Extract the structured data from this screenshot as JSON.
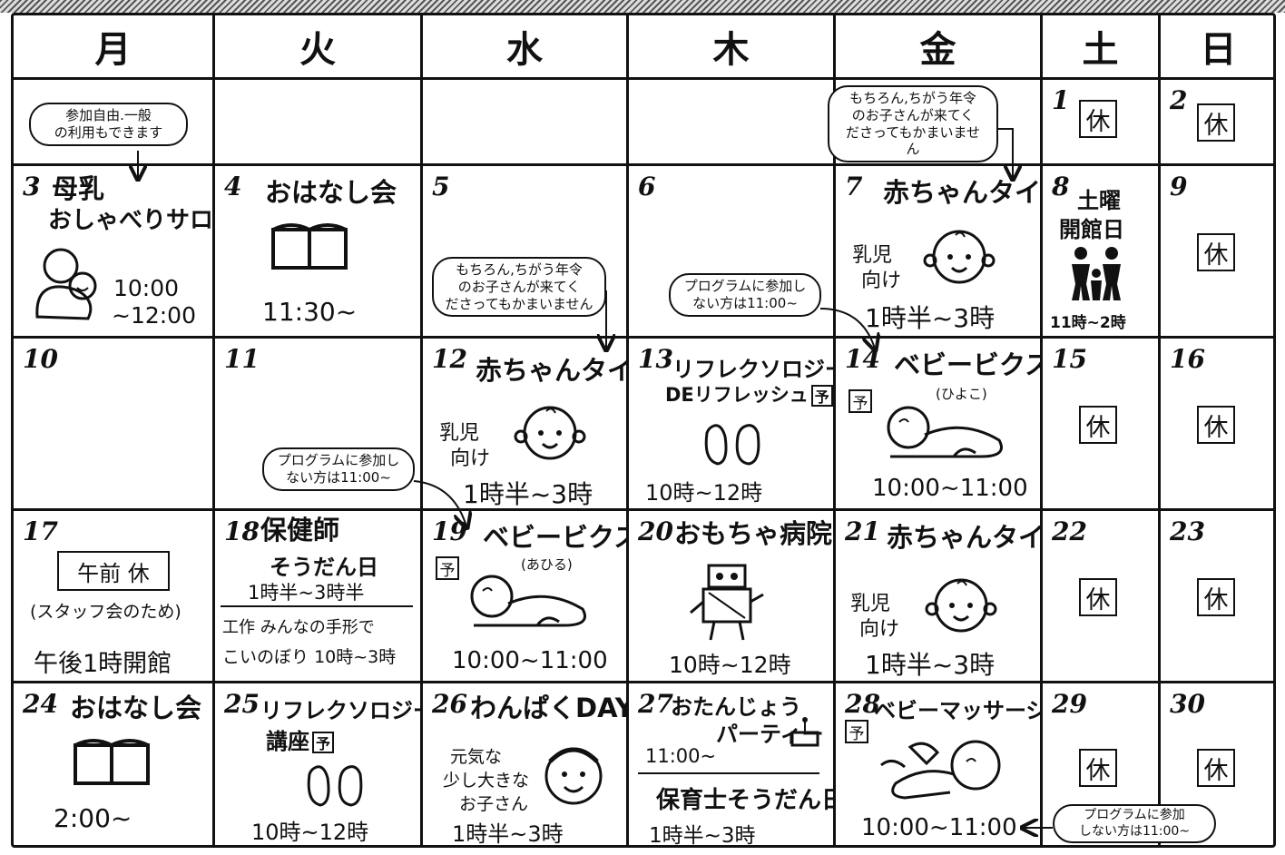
{
  "days": [
    "月",
    "火",
    "水",
    "木",
    "金",
    "土",
    "日"
  ],
  "closed": "休",
  "reservation": "予",
  "week1": {
    "d1": "1",
    "d2": "2",
    "callout_mon": [
      "参加自由.一般",
      "の利用もできます"
    ],
    "callout_fri": [
      "もちろん,ちがう年令",
      "のお子さんが来てく",
      "ださってもかまいません"
    ]
  },
  "week2": {
    "mon": {
      "num": "3",
      "title1": "母乳",
      "title2": "おしゃべりサロン",
      "time1": "10:00",
      "time2": "~12:00"
    },
    "tue": {
      "num": "4",
      "title": "おはなし会",
      "time": "11:30~"
    },
    "wed": {
      "num": "5",
      "callout": [
        "もちろん,ちがう年令",
        "のお子さんが来てく",
        "ださってもかまいません"
      ]
    },
    "thu": {
      "num": "6",
      "callout": [
        "プログラムに参加し",
        "ない方は11:00~"
      ]
    },
    "fri": {
      "num": "7",
      "title": "赤ちゃんタイム",
      "label1": "乳児",
      "label2": "向け",
      "time": "1時半~3時"
    },
    "sat": {
      "num": "8",
      "title1": "土曜",
      "title2": "開館日",
      "time": "11時~2時"
    },
    "sun": {
      "num": "9"
    }
  },
  "week3": {
    "mon": {
      "num": "10"
    },
    "tue": {
      "num": "11",
      "callout": [
        "プログラムに参加し",
        "ない方は11:00~"
      ]
    },
    "wed": {
      "num": "12",
      "title": "赤ちゃんタイム",
      "label1": "乳児",
      "label2": "向け",
      "time": "1時半~3時"
    },
    "thu": {
      "num": "13",
      "title1": "リフレクソロジー",
      "title2": "DEリフレッシュ",
      "time": "10時~12時"
    },
    "fri": {
      "num": "14",
      "title": "ベビービクス",
      "sub": "(ひよこ)",
      "time": "10:00~11:00"
    },
    "sat": {
      "num": "15"
    },
    "sun": {
      "num": "16"
    }
  },
  "week4": {
    "mon": {
      "num": "17",
      "box": "午前 休",
      "note": "(スタッフ会のため)",
      "open": "午後1時開館"
    },
    "tue": {
      "num": "18",
      "title1": "保健師",
      "title2": "そうだん日",
      "time": "1時半~3時半",
      "craft1": "工作 みんなの手形で",
      "craft2": "こいのぼり",
      "craft_time": "10時~3時"
    },
    "wed": {
      "num": "19",
      "title": "ベビービクス",
      "sub": "(あひる)",
      "time": "10:00~11:00"
    },
    "thu": {
      "num": "20",
      "title": "おもちゃ病院",
      "time": "10時~12時"
    },
    "fri": {
      "num": "21",
      "title": "赤ちゃんタイム",
      "label1": "乳児",
      "label2": "向け",
      "time": "1時半~3時"
    },
    "sat": {
      "num": "22"
    },
    "sun": {
      "num": "23"
    }
  },
  "week5": {
    "mon": {
      "num": "24",
      "title": "おはなし会",
      "time": "2:00~"
    },
    "tue": {
      "num": "25",
      "title1": "リフレクソロジー",
      "title2": "講座",
      "time": "10時~12時"
    },
    "wed": {
      "num": "26",
      "title": "わんぱくDAY",
      "label1": "元気な",
      "label2": "少し大きな",
      "label3": "お子さん",
      "time": "1時半~3時"
    },
    "thu": {
      "num": "27",
      "title1": "おたんじょう",
      "title2": "パーティー",
      "time1": "11:00~",
      "title3": "保育士そうだん日",
      "time2": "1時半~3時"
    },
    "fri": {
      "num": "28",
      "title": "ベビーマッサージ",
      "time": "10:00~11:00"
    },
    "sat": {
      "num": "29",
      "callout": [
        "プログラムに参加",
        "しない方は11:00~"
      ]
    },
    "sun": {
      "num": "30"
    }
  }
}
